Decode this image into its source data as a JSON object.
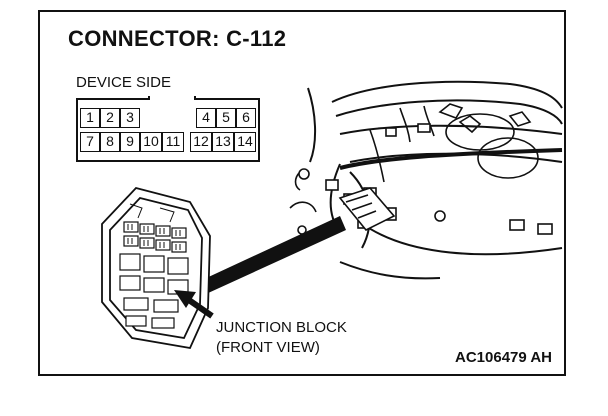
{
  "title": "CONNECTOR: C-112",
  "device_side_label": "DEVICE SIDE",
  "pins_top": [
    "1",
    "2",
    "3",
    "4",
    "5",
    "6"
  ],
  "pins_bottom": [
    "7",
    "8",
    "9",
    "10",
    "11",
    "12",
    "13",
    "14"
  ],
  "junction_block_label_line1": "JUNCTION BLOCK",
  "junction_block_label_line2": "(FRONT VIEW)",
  "figure_code": "AC106479 AH"
}
